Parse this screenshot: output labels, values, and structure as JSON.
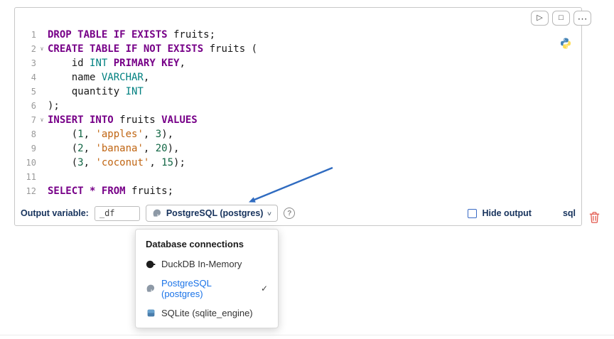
{
  "palette": {
    "keyword": "#770088",
    "type_name": "#008080",
    "number": "#116644",
    "string": "#c06512",
    "selected_item_blue": "#1a73e8",
    "label_navy": "#16325c",
    "trash_red": "#e2574c",
    "arrow_blue": "#2f6bc0"
  },
  "cell_toolbar": {
    "run_icon": "▷",
    "interrupt_icon": "□",
    "more_icon": "⋯"
  },
  "icons": {
    "fold_chevron": "∨",
    "chevron_down": "∨",
    "help": "?",
    "check": "✓"
  },
  "editor": {
    "lines": [
      {
        "no": "1",
        "fold": false,
        "tokens": [
          [
            "DROP TABLE IF EXISTS",
            "kw"
          ],
          [
            " fruits;",
            "pl"
          ]
        ]
      },
      {
        "no": "2",
        "fold": true,
        "tokens": [
          [
            "CREATE TABLE IF NOT EXISTS",
            "kw"
          ],
          [
            " fruits (",
            "pl"
          ]
        ]
      },
      {
        "no": "3",
        "fold": false,
        "tokens": [
          [
            "    id ",
            "pl"
          ],
          [
            "INT",
            "ty"
          ],
          [
            " ",
            "pl"
          ],
          [
            "PRIMARY KEY",
            "kw"
          ],
          [
            ",",
            "pl"
          ]
        ]
      },
      {
        "no": "4",
        "fold": false,
        "tokens": [
          [
            "    name ",
            "pl"
          ],
          [
            "VARCHAR",
            "ty"
          ],
          [
            ",",
            "pl"
          ]
        ]
      },
      {
        "no": "5",
        "fold": false,
        "tokens": [
          [
            "    quantity ",
            "pl"
          ],
          [
            "INT",
            "ty"
          ]
        ]
      },
      {
        "no": "6",
        "fold": false,
        "tokens": [
          [
            ");",
            "pl"
          ]
        ]
      },
      {
        "no": "7",
        "fold": true,
        "tokens": [
          [
            "INSERT INTO",
            "kw"
          ],
          [
            " fruits ",
            "pl"
          ],
          [
            "VALUES",
            "kw"
          ]
        ]
      },
      {
        "no": "8",
        "fold": false,
        "tokens": [
          [
            "    (",
            "pl"
          ],
          [
            "1",
            "num"
          ],
          [
            ", ",
            "pl"
          ],
          [
            "'apples'",
            "str"
          ],
          [
            ", ",
            "pl"
          ],
          [
            "3",
            "num"
          ],
          [
            "),",
            "pl"
          ]
        ]
      },
      {
        "no": "9",
        "fold": false,
        "tokens": [
          [
            "    (",
            "pl"
          ],
          [
            "2",
            "num"
          ],
          [
            ", ",
            "pl"
          ],
          [
            "'banana'",
            "str"
          ],
          [
            ", ",
            "pl"
          ],
          [
            "20",
            "num"
          ],
          [
            "),",
            "pl"
          ]
        ]
      },
      {
        "no": "10",
        "fold": false,
        "tokens": [
          [
            "    (",
            "pl"
          ],
          [
            "3",
            "num"
          ],
          [
            ", ",
            "pl"
          ],
          [
            "'coconut'",
            "str"
          ],
          [
            ", ",
            "pl"
          ],
          [
            "15",
            "num"
          ],
          [
            ");",
            "pl"
          ]
        ]
      },
      {
        "no": "11",
        "fold": false,
        "tokens": []
      },
      {
        "no": "12",
        "fold": false,
        "tokens": [
          [
            "SELECT",
            "kw"
          ],
          [
            " ",
            "pl"
          ],
          [
            "*",
            "op"
          ],
          [
            " ",
            "pl"
          ],
          [
            "FROM",
            "kw"
          ],
          [
            " fruits;",
            "pl"
          ]
        ]
      }
    ]
  },
  "bottom_bar": {
    "output_variable_label": "Output variable:",
    "output_variable_value": "_df",
    "connection_selected": "PostgreSQL (postgres)",
    "hide_output_label": "Hide output",
    "language_label": "sql"
  },
  "dropdown": {
    "title": "Database connections",
    "items": [
      {
        "label": "DuckDB In-Memory",
        "selected": false
      },
      {
        "label": "PostgreSQL (postgres)",
        "selected": true
      },
      {
        "label": "SQLite (sqlite_engine)",
        "selected": false
      }
    ]
  }
}
